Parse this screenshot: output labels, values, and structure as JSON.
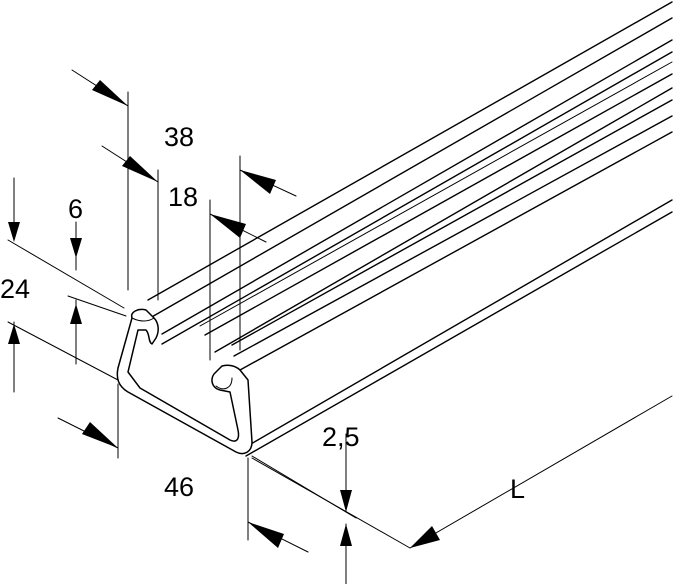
{
  "dimensions": {
    "width_38": "38",
    "width_18": "18",
    "height_6": "6",
    "height_24": "24",
    "width_46": "46",
    "thickness": "2,5",
    "length": "L"
  }
}
